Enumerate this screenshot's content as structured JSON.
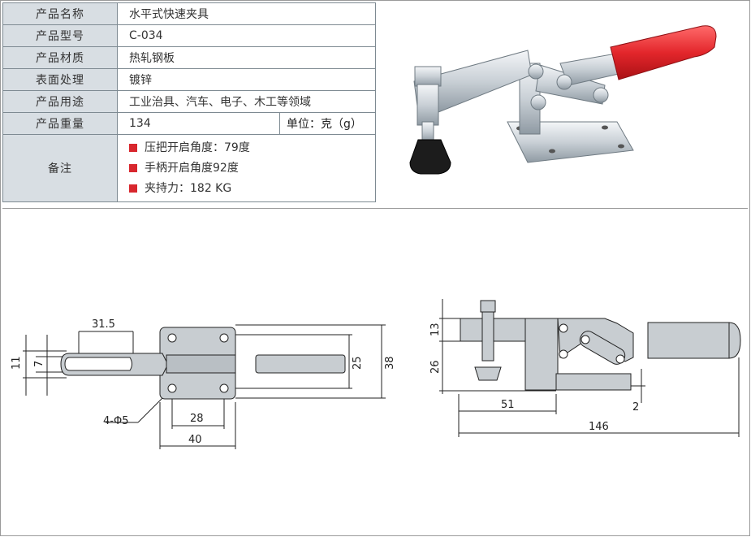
{
  "spec": {
    "rows": [
      {
        "key": "产品名称",
        "value": "水平式快速夹具"
      },
      {
        "key": "产品型号",
        "value": "C-034"
      },
      {
        "key": "产品材质",
        "value": "热轧钢板"
      },
      {
        "key": "表面处理",
        "value": "镀锌"
      },
      {
        "key": "产品用途",
        "value": "工业治具、汽车、电子、木工等领域"
      }
    ],
    "weight": {
      "key": "产品重量",
      "value": "134",
      "unit": "单位：克（g）"
    },
    "notes": {
      "key": "备注",
      "items": [
        "压把开启角度：79度",
        "手柄开启角度92度",
        "夹持力：182 KG"
      ]
    }
  },
  "colors": {
    "accent": "#d8272e",
    "label_bg": "#d8dee3",
    "part_fill": "#c8cdd1"
  },
  "top_view_dims": {
    "d_31_5": "31.5",
    "d_11": "11",
    "d_7": "7",
    "d_25": "25",
    "d_38": "38",
    "d_28": "28",
    "d_40": "40",
    "holes": "4-Φ5"
  },
  "side_view_dims": {
    "d_13": "13",
    "d_26": "26",
    "d_51": "51",
    "d_2": "2",
    "d_146": "146"
  }
}
